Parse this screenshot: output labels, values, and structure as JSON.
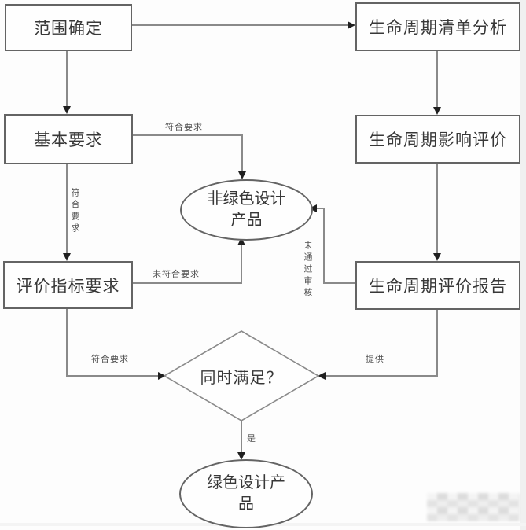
{
  "diagram": {
    "type": "flowchart",
    "nodes": {
      "scope": {
        "label": "范围确定",
        "shape": "rect"
      },
      "lci": {
        "label": "生命周期清单分析",
        "shape": "rect"
      },
      "basic": {
        "label": "基本要求",
        "shape": "rect"
      },
      "lcia": {
        "label": "生命周期影响评价",
        "shape": "rect"
      },
      "indicator": {
        "label": "评价指标要求",
        "shape": "rect"
      },
      "report": {
        "label": "生命周期评价报告",
        "shape": "rect"
      },
      "nongreen": {
        "label": "非绿色设计产品",
        "lines": [
          "非绿色设计",
          "产品"
        ],
        "shape": "ellipse"
      },
      "decision": {
        "label": "同时满足？",
        "shape": "diamond"
      },
      "green": {
        "label": "绿色设计产品",
        "lines": [
          "绿色设计产",
          "品"
        ],
        "shape": "ellipse"
      }
    },
    "edges": [
      {
        "from": "scope",
        "to": "lci",
        "label": ""
      },
      {
        "from": "scope",
        "to": "basic",
        "label": ""
      },
      {
        "from": "lci",
        "to": "lcia",
        "label": ""
      },
      {
        "from": "basic",
        "to": "nongreen",
        "label": "符合要求"
      },
      {
        "from": "basic",
        "to": "indicator",
        "label": "符合要求"
      },
      {
        "from": "lcia",
        "to": "report",
        "label": ""
      },
      {
        "from": "indicator",
        "to": "nongreen",
        "label": "未符合要求"
      },
      {
        "from": "report",
        "to": "nongreen",
        "label": "未通过审核"
      },
      {
        "from": "indicator",
        "to": "decision",
        "label": "符合要求"
      },
      {
        "from": "report",
        "to": "decision",
        "label": "提供"
      },
      {
        "from": "decision",
        "to": "green",
        "label": "是"
      }
    ],
    "colors": {
      "background": "#fdfdfd",
      "line": "#8a8a8a",
      "arrow": "#1f1f1f",
      "border": "#646464",
      "text": "#383838",
      "label": "#4f4f4f"
    }
  }
}
